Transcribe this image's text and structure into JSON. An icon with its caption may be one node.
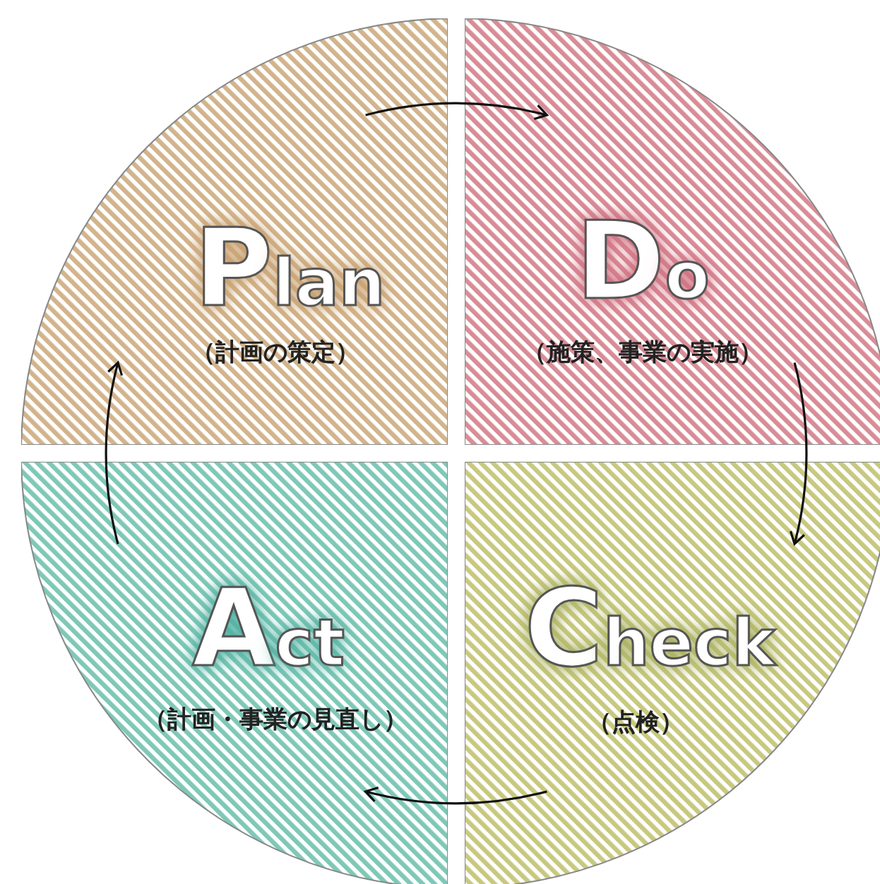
{
  "diagram": {
    "nodes": [
      {
        "text": [
          "Plan",
          "（計画の策定）"
        ]
      },
      {
        "text": [
          "Do",
          "（施策、事業の実施）"
        ]
      },
      {
        "text": [
          "Act",
          "（計画・事業の見直し）"
        ]
      },
      {
        "text": [
          "Check",
          "（点検）"
        ]
      }
    ],
    "edges": [
      {
        "from": 0,
        "to": 1,
        "arrow": "to"
      },
      {
        "from": 1,
        "to": 3,
        "arrow": "to"
      },
      {
        "from": 3,
        "to": 2,
        "arrow": "to"
      },
      {
        "from": 2,
        "to": 0,
        "arrow": "to"
      }
    ]
  }
}
